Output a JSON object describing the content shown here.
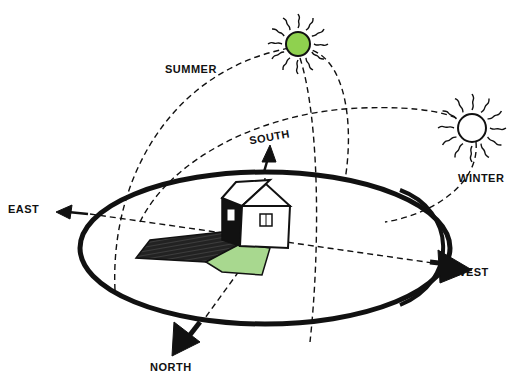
{
  "diagram": {
    "labels": [
      "SUMMER",
      "SOUTH",
      "EAST",
      "WINTER",
      "WEST",
      "NORTH"
    ]
  }
}
